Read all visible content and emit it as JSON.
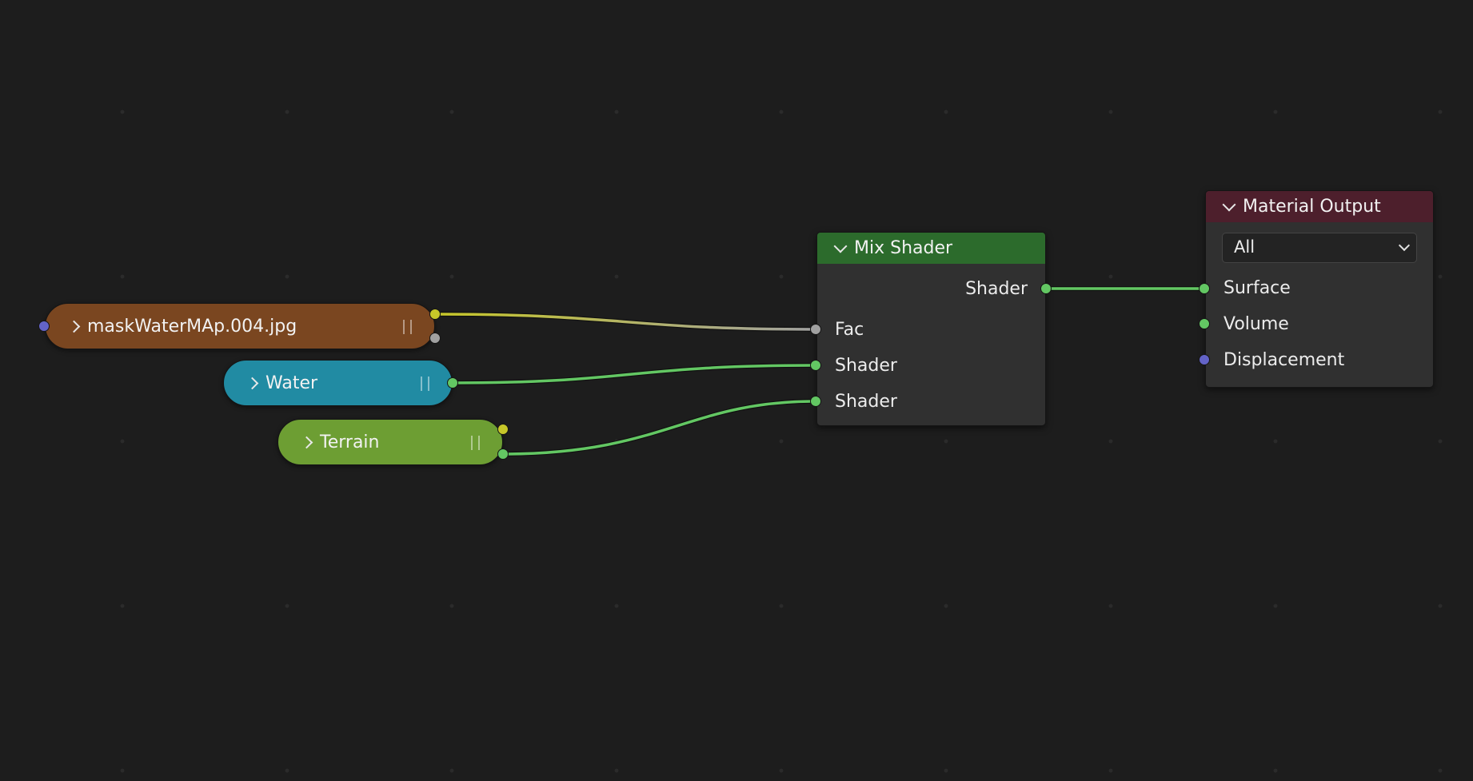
{
  "nodes": {
    "mask": {
      "label": "maskWaterMAp.004.jpg",
      "color": "#7a4620"
    },
    "water": {
      "label": "Water",
      "color": "#218ba3"
    },
    "terrain": {
      "label": "Terrain",
      "color": "#6d9e33"
    },
    "mix_shader": {
      "title": "Mix Shader",
      "header_color": "#2c6b2c",
      "output": "Shader",
      "inputs": [
        "Fac",
        "Shader",
        "Shader"
      ]
    },
    "material_output": {
      "title": "Material Output",
      "header_color": "#4d1f2c",
      "target": "All",
      "inputs": [
        "Surface",
        "Volume",
        "Displacement"
      ]
    }
  },
  "socket_colors": {
    "shader": "#63c763",
    "color": "#c7c729",
    "float": "#a1a1a1",
    "vector": "#6363c7"
  }
}
